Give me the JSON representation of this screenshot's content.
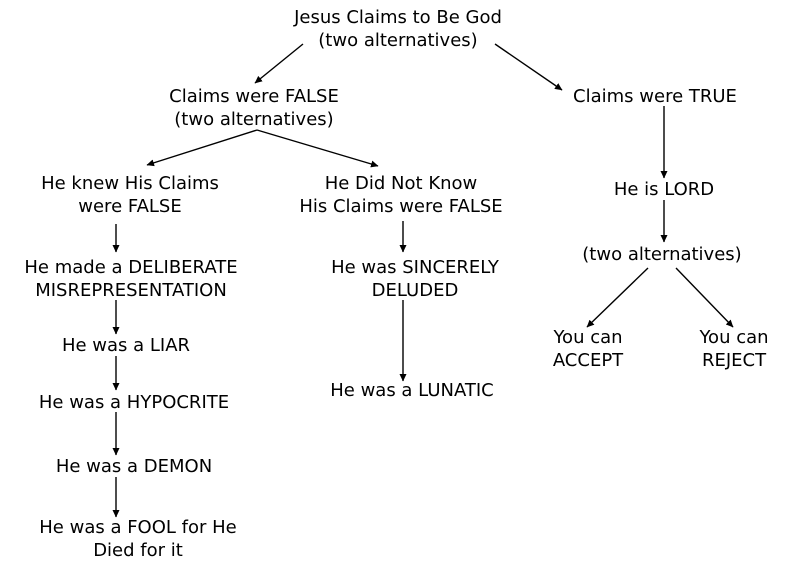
{
  "diagram": {
    "root": {
      "line1": "Jesus Claims to Be God",
      "line2": "(two alternatives)"
    },
    "false_branch": {
      "line1": "Claims were FALSE",
      "line2": "(two alternatives)"
    },
    "true_branch": {
      "line1": "Claims were TRUE"
    },
    "knew": {
      "line1": "He knew His Claims",
      "line2": "were FALSE"
    },
    "did_not_know": {
      "line1": "He Did Not Know",
      "line2": "His Claims were FALSE"
    },
    "lord": {
      "line1": "He is LORD"
    },
    "true_alternatives": {
      "line1": "(two alternatives)"
    },
    "deliberate": {
      "line1": "He made a DELIBERATE",
      "line2": "MISREPRESENTATION"
    },
    "sincerely": {
      "line1": "He was SINCERELY",
      "line2": "DELUDED"
    },
    "liar": {
      "line1": "He was a LIAR"
    },
    "hypocrite": {
      "line1": "He was a HYPOCRITE"
    },
    "demon": {
      "line1": "He was a DEMON"
    },
    "fool": {
      "line1": "He was a FOOL for He",
      "line2": "Died for it"
    },
    "lunatic": {
      "line1": "He was a LUNATIC"
    },
    "accept": {
      "line1": "You can",
      "line2": "ACCEPT"
    },
    "reject": {
      "line1": "You can",
      "line2": "REJECT"
    }
  }
}
